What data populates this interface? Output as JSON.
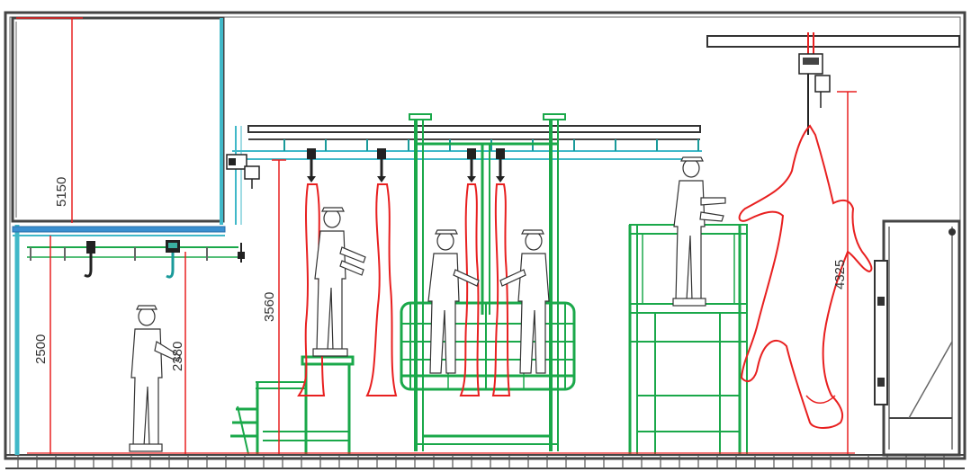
{
  "diagram": {
    "dimensions": [
      {
        "id": "ceiling-height",
        "label": "5150"
      },
      {
        "id": "rail-height-left",
        "label": "2500"
      },
      {
        "id": "hook-height-left",
        "label": "2380"
      },
      {
        "id": "rail-height-middle",
        "label": "3560"
      },
      {
        "id": "rail-height-right",
        "label": "4325"
      }
    ],
    "colors": {
      "structure": "#444444",
      "rail": "#40b8c8",
      "platform": "#1aa84a",
      "carcass": "#e82020",
      "dimension_line": "#e82020"
    }
  }
}
